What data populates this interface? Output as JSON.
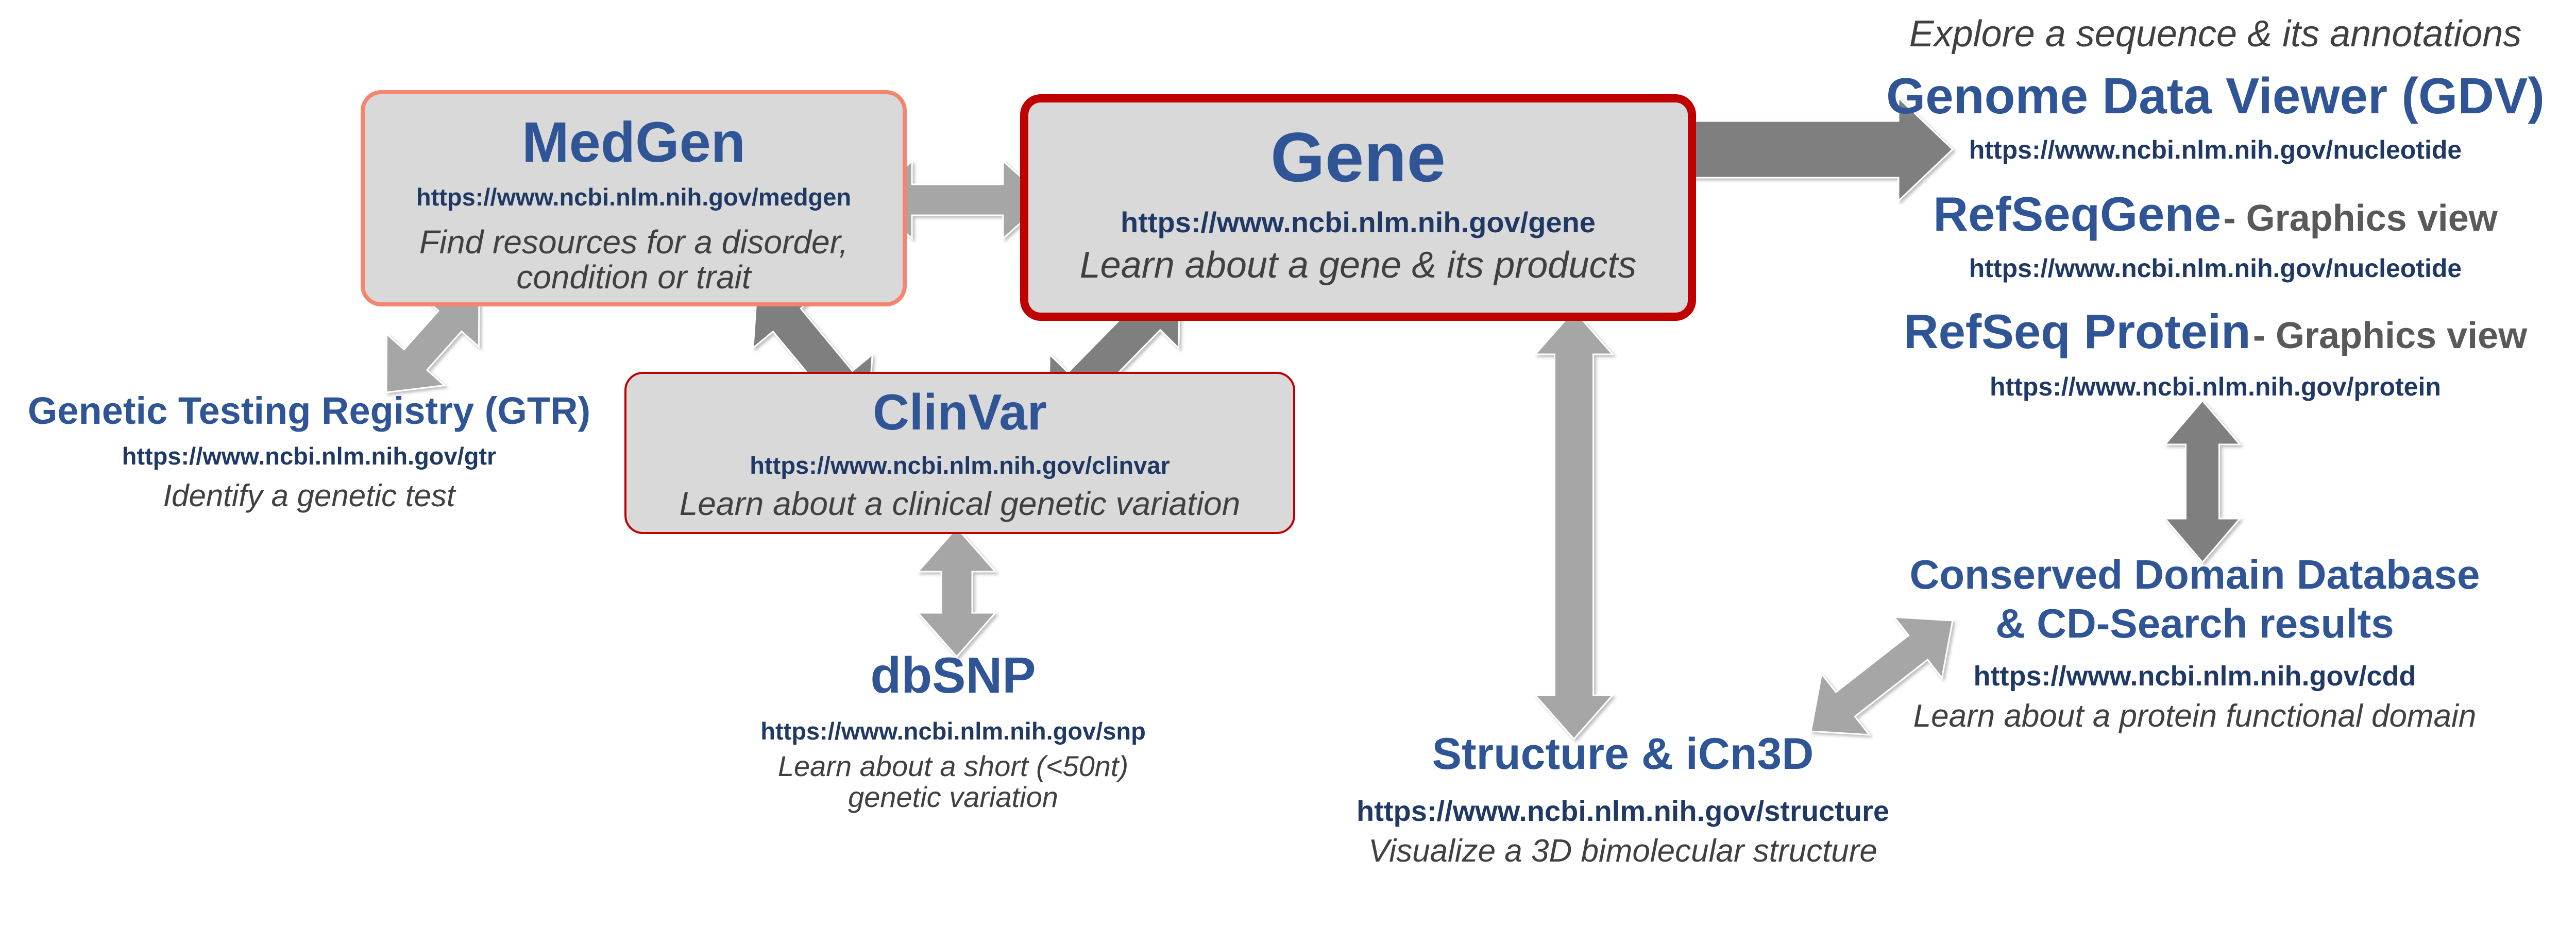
{
  "gene": {
    "title": "Gene",
    "url": "https://www.ncbi.nlm.nih.gov/gene",
    "desc": "Learn about a gene & its products"
  },
  "medgen": {
    "title": "MedGen",
    "url": "https://www.ncbi.nlm.nih.gov/medgen",
    "desc_line1": "Find resources for a disorder,",
    "desc_line2": "condition or trait"
  },
  "clinvar": {
    "title": "ClinVar",
    "url": "https://www.ncbi.nlm.nih.gov/clinvar",
    "desc": "Learn about a clinical genetic variation"
  },
  "gtr": {
    "title": "Genetic Testing Registry (GTR)",
    "url": "https://www.ncbi.nlm.nih.gov/gtr",
    "desc": "Identify a genetic test"
  },
  "dbsnp": {
    "title": "dbSNP",
    "url": "https://www.ncbi.nlm.nih.gov/snp",
    "desc_line1": "Learn about a short (<50nt)",
    "desc_line2": "genetic variation"
  },
  "structure": {
    "title": "Structure & iCn3D",
    "url": "https://www.ncbi.nlm.nih.gov/structure",
    "desc": "Visualize a 3D bimolecular structure"
  },
  "right_panel": {
    "heading": "Explore a sequence & its annotations",
    "gdv": {
      "title": "Genome Data Viewer (GDV)",
      "url": "https://www.ncbi.nlm.nih.gov/nucleotide"
    },
    "refseqgene": {
      "title": "RefSeqGene",
      "suffix": "- Graphics view",
      "url": "https://www.ncbi.nlm.nih.gov/nucleotide"
    },
    "refseq_protein": {
      "title": "RefSeq Protein",
      "suffix": "- Graphics view",
      "url": "https://www.ncbi.nlm.nih.gov/protein"
    }
  },
  "cdd": {
    "title_line1": "Conserved Domain Database",
    "title_line2": "& CD-Search results",
    "url": "https://www.ncbi.nlm.nih.gov/cdd",
    "desc": "Learn about a protein functional domain"
  },
  "colors": {
    "title_blue": "#2f5597",
    "url_navy": "#1f3864",
    "gene_border": "#c00000",
    "medgen_border": "#f4866f",
    "clinvar_border": "#c00000",
    "box_fill": "#d9d9d9",
    "arrow_light": "#a6a6a6",
    "arrow_dark": "#7f7f7f"
  }
}
